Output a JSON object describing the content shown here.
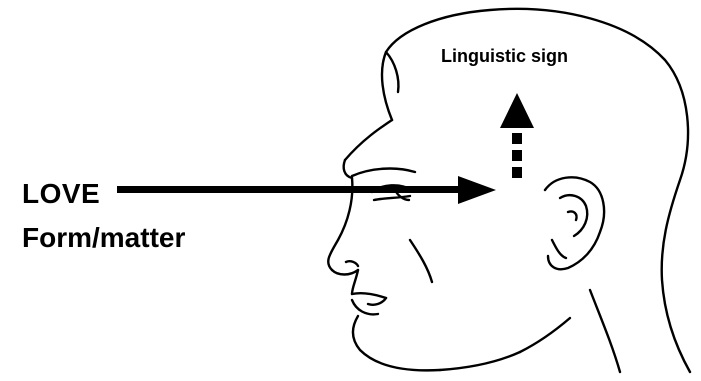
{
  "diagram": {
    "word_label": "LOVE",
    "form_label": "Form/matter",
    "sign_label": "Linguistic sign"
  },
  "colors": {
    "ink": "#000000",
    "background": "#ffffff"
  },
  "icons": {
    "head": "human-head-profile-icon",
    "arrow_in": "solid-arrow-right",
    "arrow_up": "dashed-arrow-up"
  }
}
